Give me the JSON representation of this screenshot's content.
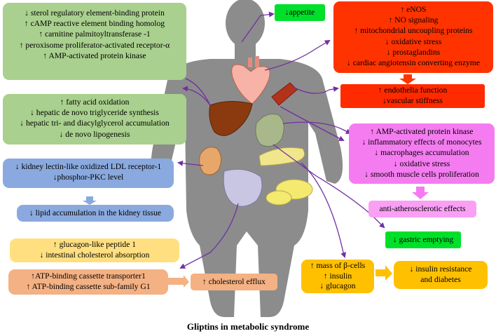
{
  "title": "Gliptins in metabolic syndrome",
  "colors": {
    "silhouette": "#8c8c8c",
    "arrow": "#7030a0",
    "light_green": "#a9d08e",
    "bright_green": "#00e02a",
    "red": "#ff3300",
    "pink": "#f47cf0",
    "blue": "#8aa9de",
    "yellow": "#ffdf80",
    "orange": "#f4b183",
    "amber": "#ffc000"
  },
  "boxes": {
    "liver_enzymes": [
      "↓ sterol regulatory element-binding protein",
      "↑ cAMP reactive element binding homolog",
      "↑ carnitine palmitoyltransferase -1",
      "↑ peroxisome proliferator-activated receptor-α",
      "↑ AMP-activated protein kinase"
    ],
    "liver_effects": [
      "↑ fatty acid oxidation",
      "↓ hepatic de novo triglyceride synthesis",
      "↓ hepatic tri- and diacylglycerol accumulation",
      "↓ de novo lipogenesis"
    ],
    "appetite": [
      "↓appetite"
    ],
    "heart": [
      "↑ eNOS",
      "↑ NO signaling",
      "↑ mitochondrial uncoupling proteins",
      "↓ oxidative stress",
      "↓ prostaglandins",
      "↓ cardiac angiotensin converting enzyme"
    ],
    "vessel": [
      "↑ endothelia function",
      "↓vascular stiffness"
    ],
    "immune": [
      "↑ AMP-activated protein kinase",
      "↓ inflammatory effects of monocytes",
      "↓ macrophages accumulation",
      "↓ oxidative stress",
      "↓ smooth muscle cells proliferation"
    ],
    "atherosclerosis": [
      "anti-atherosclerotic effects"
    ],
    "kidney": [
      "↓ kidney lectin-like oxidized LDL receptor-1",
      "↓phosphor-PKC level"
    ],
    "kidney_effect": [
      "↓ lipid accumulation in the kidney tissue"
    ],
    "intestine": [
      "↑ glucagon-like peptide 1",
      "↓ intestinal cholesterol absorption"
    ],
    "transporters": [
      "↑ATP-binding cassette transporter1",
      "↑ ATP-binding cassette sub-family G1"
    ],
    "efflux": [
      "↑ cholesterol efflux"
    ],
    "gastric": [
      "↓ gastric emptying"
    ],
    "pancreas": [
      "↑ mass of β-cells",
      "↑ insulin",
      "↓ glucagon"
    ],
    "insulin": [
      "↓ insulin resistance",
      "and diabetes"
    ]
  }
}
